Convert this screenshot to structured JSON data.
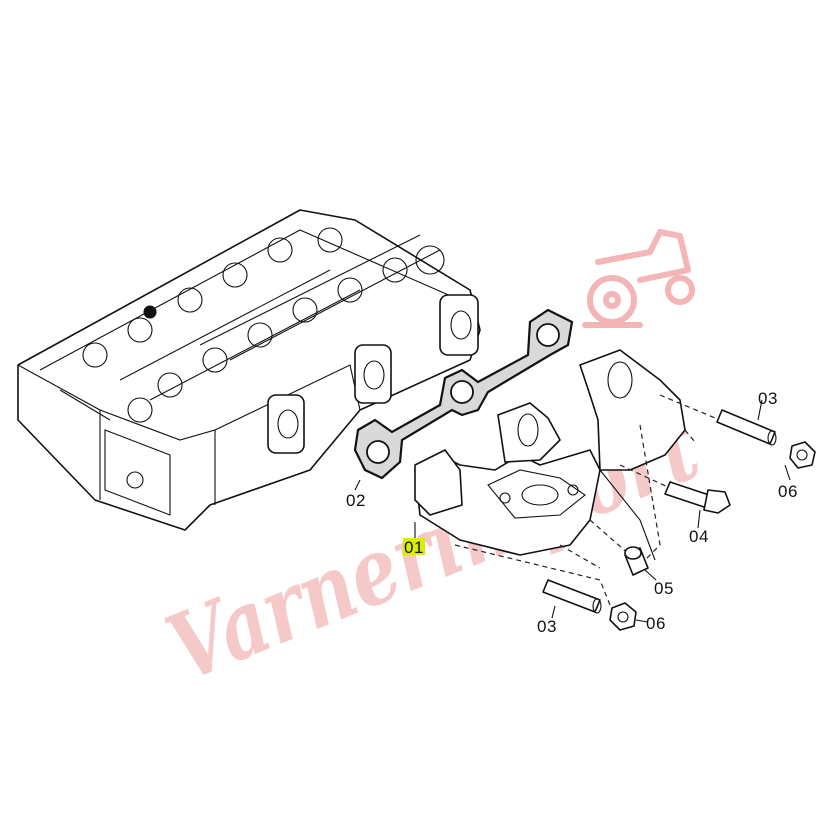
{
  "diagram": {
    "parts": [
      {
        "id": "part-01",
        "label": "01",
        "highlight": "#d8f000"
      },
      {
        "id": "part-02",
        "label": "02"
      },
      {
        "id": "part-03-upper",
        "label": "03"
      },
      {
        "id": "part-03-lower",
        "label": "03"
      },
      {
        "id": "part-04",
        "label": "04"
      },
      {
        "id": "part-05",
        "label": "05"
      },
      {
        "id": "part-06-upper",
        "label": "06"
      },
      {
        "id": "part-06-lower",
        "label": "06"
      }
    ]
  },
  "watermark": {
    "text": "Varnerimport",
    "color": "#f4b8b8",
    "icon": "tractor-icon"
  }
}
